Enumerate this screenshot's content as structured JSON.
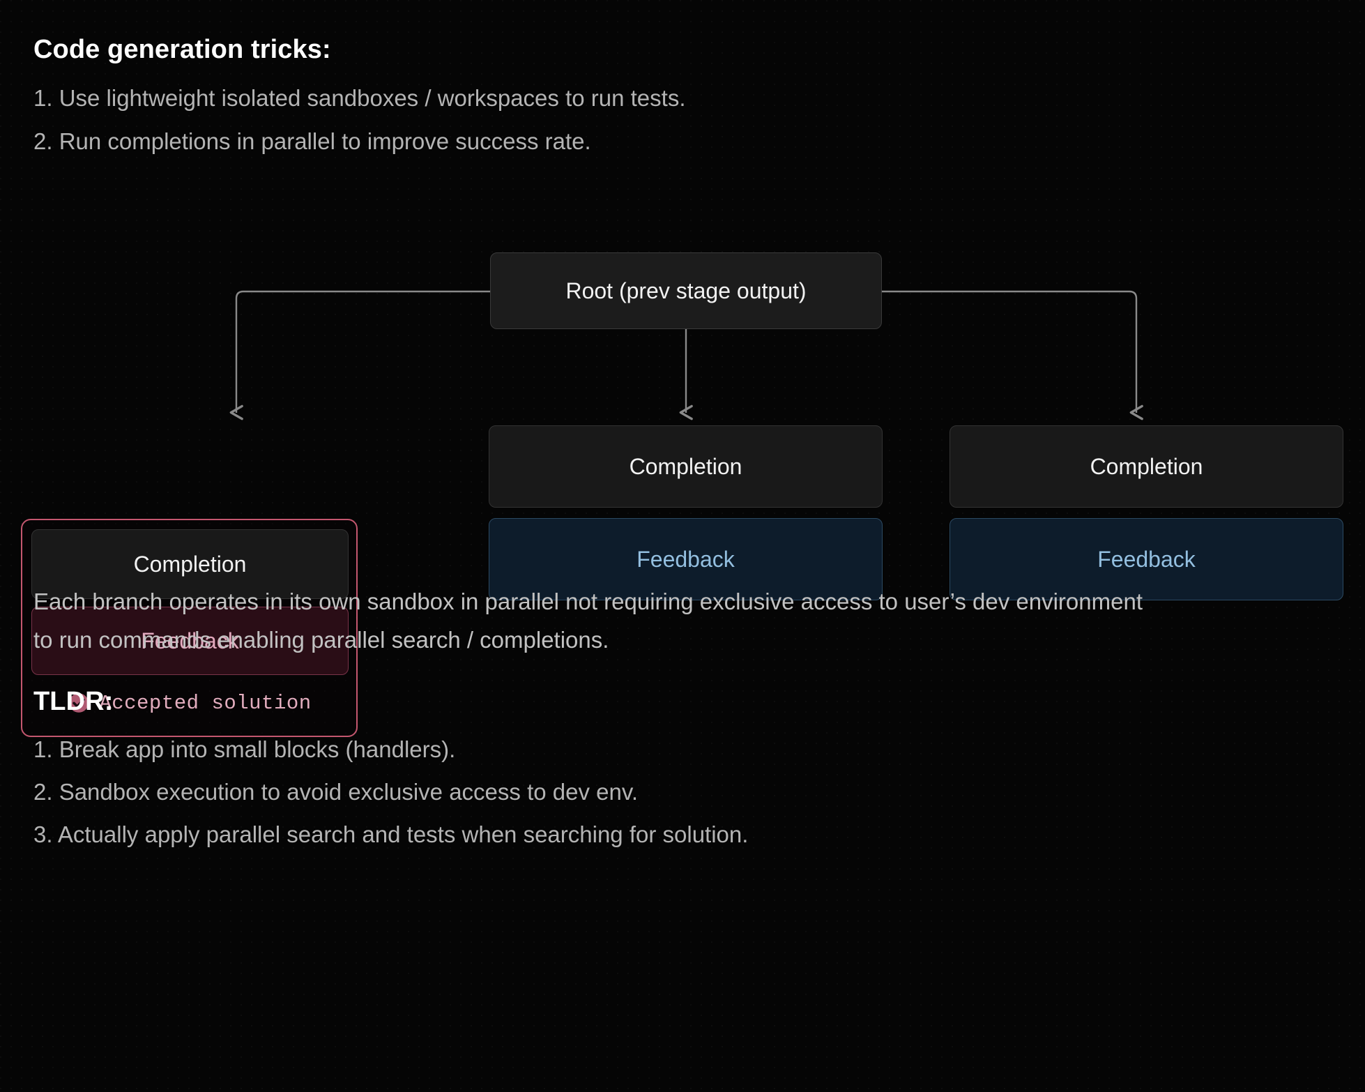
{
  "sections": {
    "tricks_title": "Code generation tricks:",
    "tricks": [
      "1. Use lightweight isolated sandboxes / workspaces to run tests.",
      "2. Run completions in parallel to improve success rate."
    ],
    "caption": "Each branch operates in its own sandbox in parallel not requiring exclusive access to user’s dev environment to run commands enabling parallel search / completions.",
    "tldr_title": "TLDR:",
    "tldr": [
      "1. Break app into small blocks (handlers).",
      "2. Sandbox execution to avoid exclusive access to dev env.",
      "3. Actually apply parallel search and tests when searching for solution."
    ]
  },
  "diagram": {
    "root": {
      "label": "Root (prev stage output)"
    },
    "branches": [
      {
        "completion": "Completion",
        "feedback": "Feedback",
        "accepted": true,
        "accepted_label": "Accepted solution",
        "accepted_icon": "check-circle-icon"
      },
      {
        "completion": "Completion",
        "feedback": "Feedback",
        "accepted": false
      },
      {
        "completion": "Completion",
        "feedback": "Feedback",
        "accepted": false
      }
    ],
    "colors": {
      "background": "#050505",
      "node_fill": "#191919",
      "node_border": "#333333",
      "feedback_blue_fill": "#0d1c2b",
      "feedback_blue_border": "#2c4a63",
      "feedback_blue_text": "#93bfe0",
      "feedback_pink_fill": "#2a0d16",
      "feedback_pink_border": "#7a3349",
      "feedback_pink_text": "#e2a8bd",
      "highlight_border": "#c4576f",
      "accepted_text": "#e2adbe",
      "connector": "#8a8a8a",
      "heading_text": "#ffffff",
      "body_text": "#b4b4b4"
    }
  }
}
